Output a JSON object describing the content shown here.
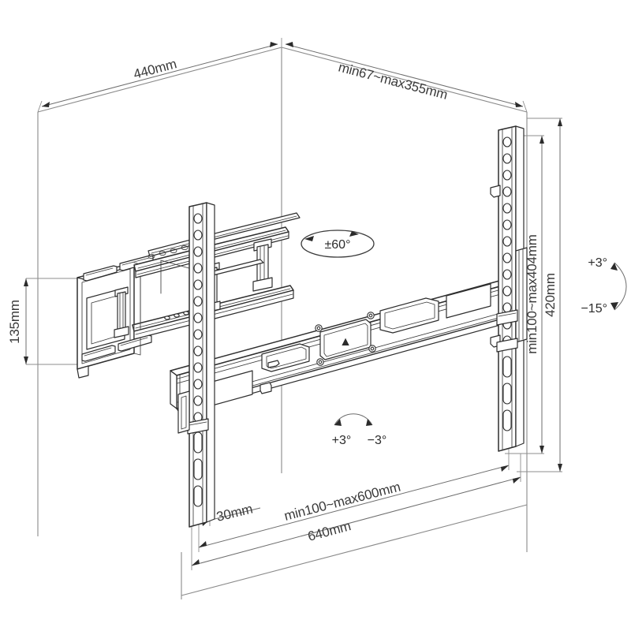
{
  "diagram": {
    "title": "Full-motion TV wall mount dimension drawing",
    "type": "technical-line-drawing",
    "background_color": "#ffffff",
    "line_color": "#2e2e2e",
    "dimension_line_color": "#6e6e6e",
    "text_color": "#3a3a3a"
  },
  "dimensions": {
    "wall_plate_width": "440mm",
    "extension_range": "min67~max355mm",
    "wall_plate_height": "135mm",
    "vesa_vertical_range": "min100~max404mm",
    "rail_height": "420mm",
    "rail_depth": "30mm",
    "vesa_horizontal_range": "min100~max600mm",
    "rail_width": "640mm"
  },
  "angles": {
    "swivel": "±60°",
    "tilt_up": "+3°",
    "tilt_down": "−15°",
    "roll_left": "+3°",
    "roll_right": "−3°"
  },
  "markings": {
    "up_arrow": "▲"
  },
  "parts": {
    "wall_plate": "wall-plate",
    "articulating_arm": "articulating-arm",
    "horizontal_rail": "horizontal-rail",
    "left_vertical_rail": "left-vertical-rail",
    "right_vertical_rail": "right-vertical-rail",
    "center_bracket": "center-bracket"
  }
}
